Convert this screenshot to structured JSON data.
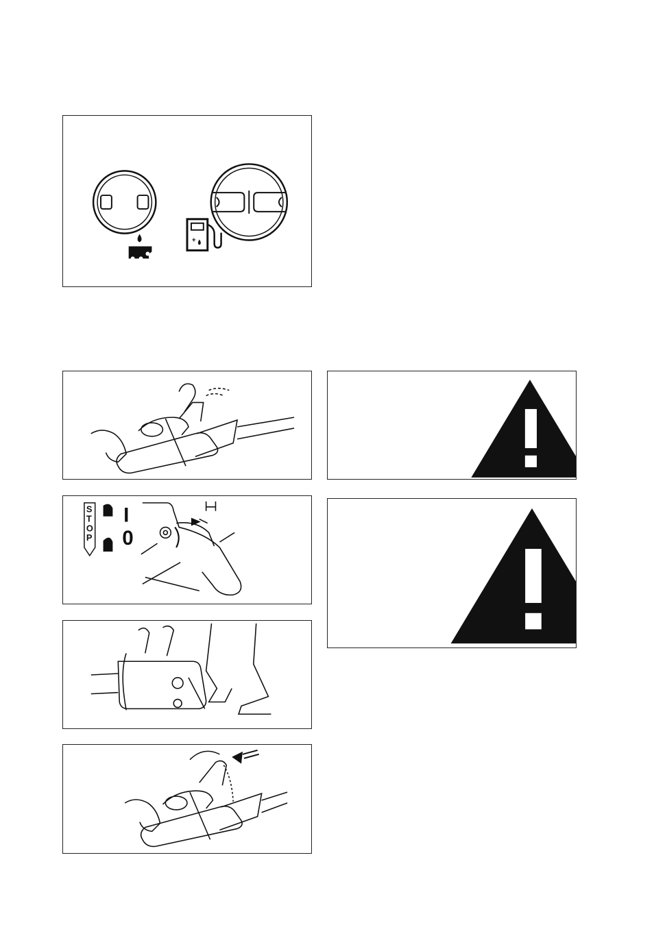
{
  "figures": {
    "caps": {
      "oil_icon": "chain-oil-icon",
      "fuel_icon": "fuel-pump-icon"
    },
    "switch_panel": {
      "stop_label": "STOP",
      "on_symbol": "I",
      "off_symbol": "0"
    },
    "warning_boxes": [
      {
        "icon": "warning-triangle-icon"
      },
      {
        "icon": "warning-triangle-icon"
      }
    ]
  }
}
